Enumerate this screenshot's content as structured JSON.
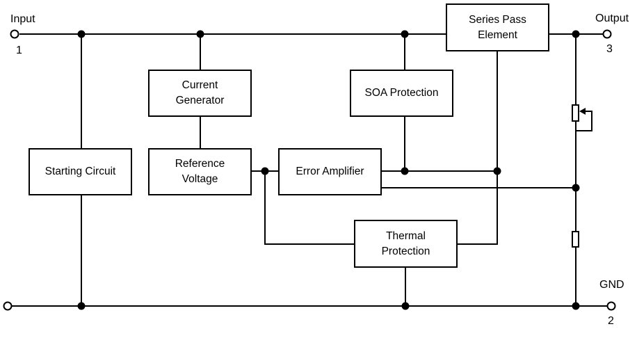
{
  "terminals": {
    "input": {
      "label": "Input",
      "pin": "1"
    },
    "output": {
      "label": "Output",
      "pin": "3"
    },
    "ground": {
      "label": "GND",
      "pin": "2"
    }
  },
  "blocks": {
    "series_pass": {
      "label": "Series Pass Element"
    },
    "current_generator": {
      "label": "Current Generator"
    },
    "soa_protection": {
      "label": "SOA Protection"
    },
    "starting_circuit": {
      "label": "Starting Circuit"
    },
    "reference_voltage": {
      "label": "Reference Voltage"
    },
    "error_amplifier": {
      "label": "Error Amplifier"
    },
    "thermal_protection": {
      "label": "Thermal Protection"
    }
  },
  "symbols": {
    "potentiometer": "potentiometer-symbol",
    "resistor": "resistor-symbol"
  },
  "colors": {
    "wire": "#000000",
    "box_border": "#000000",
    "box_fill": "#ffffff",
    "background": "#ffffff",
    "text": "#000000"
  }
}
